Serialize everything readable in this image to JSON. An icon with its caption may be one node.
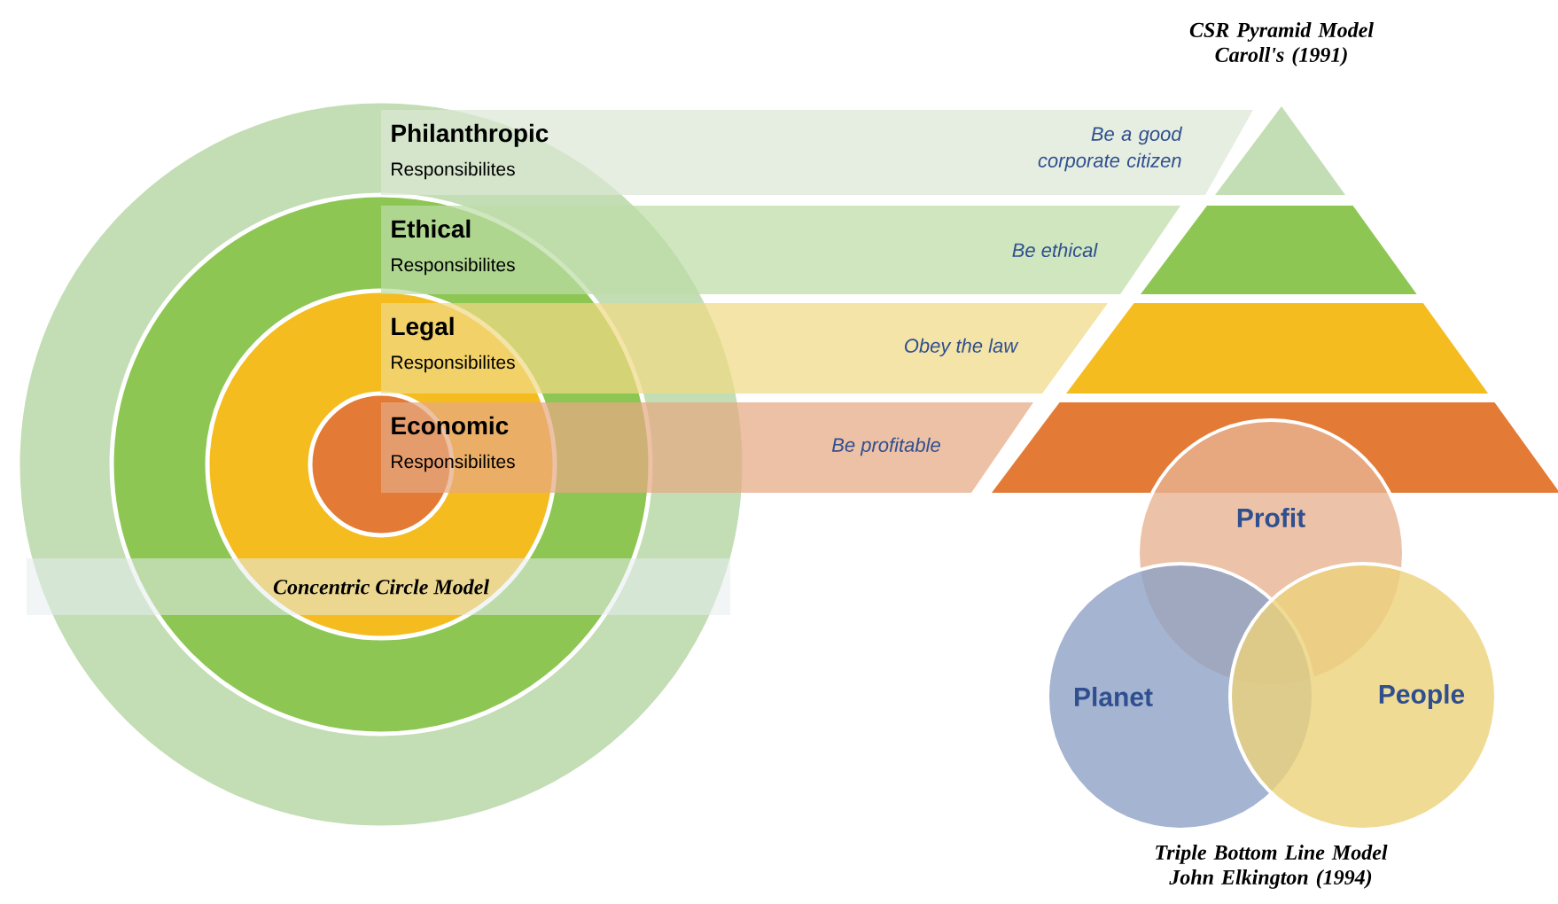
{
  "diagram": {
    "nodes": [
      {
        "text": [],
        "shape": "circle"
      },
      {
        "text": [],
        "shape": "circle",
        "in": 0
      },
      {
        "text": [],
        "shape": "circle",
        "in": 1
      },
      {
        "text": [],
        "shape": "circle",
        "in": 2
      },
      {
        "text": [
          "Philanthropic",
          "Responsibilites",
          "Be a good corporate citizen"
        ]
      },
      {
        "text": [
          "Ethical",
          "Responsibilites",
          "Be ethical"
        ]
      },
      {
        "text": [
          "Legal",
          "Responsibilites",
          "Obey the law"
        ]
      },
      {
        "text": [
          "Economic",
          "Responsibilites",
          "Be profitable"
        ]
      },
      {
        "text": [],
        "shape": "triangle"
      },
      {
        "text": [],
        "shape": "trapezoid"
      },
      {
        "text": [],
        "shape": "trapezoid"
      },
      {
        "text": [],
        "shape": "trapezoid"
      },
      {
        "text": [
          "Profit"
        ]
      },
      {
        "text": [
          "Planet"
        ]
      },
      {
        "text": [
          "People"
        ]
      }
    ],
    "labels": [
      "CSR Pyramid Model Caroll's (1991)",
      "Concentric Circle Model",
      "Triple Bottom Line Model John Elkington (1994)"
    ]
  }
}
